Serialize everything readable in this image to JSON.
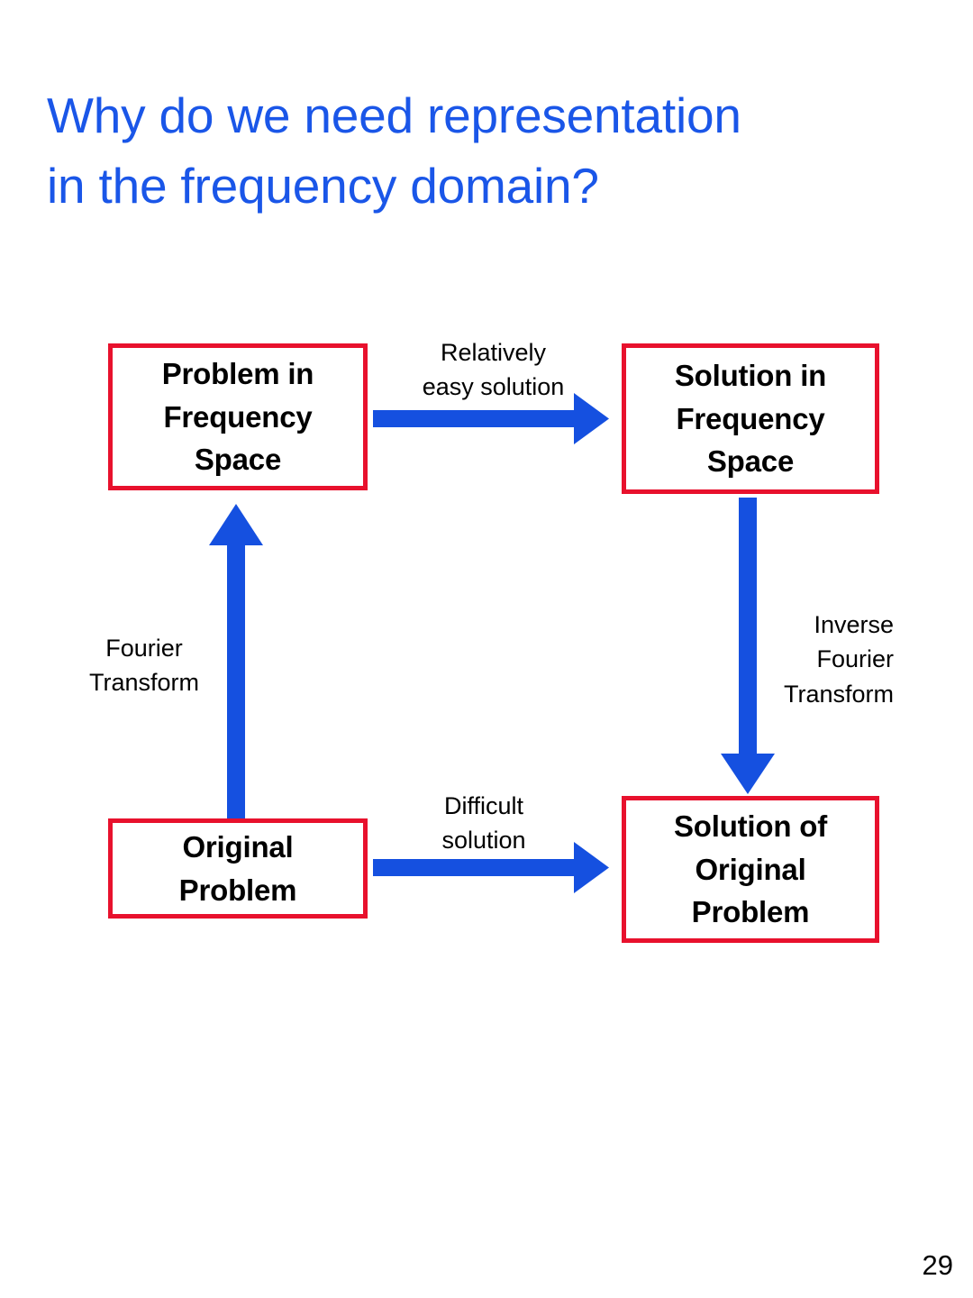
{
  "slide": {
    "title": "Why do we need representation\nin the  frequency domain?",
    "title_color": "#1a56e8",
    "page_number": "29",
    "background_color": "#ffffff"
  },
  "diagram": {
    "box_border_color": "#e8112d",
    "arrow_color": "#1550e0",
    "nodes": [
      {
        "id": "problem-frequency",
        "label": "Problem in\nFrequency\nSpace"
      },
      {
        "id": "solution-frequency",
        "label": "Solution in\nFrequency\nSpace"
      },
      {
        "id": "original-problem",
        "label": "Original\nProblem"
      },
      {
        "id": "solution-original",
        "label": "Solution of\nOriginal\nProblem"
      }
    ],
    "edges": [
      {
        "id": "relatively-easy",
        "label": "Relatively\neasy solution",
        "from": "problem-frequency",
        "to": "solution-frequency",
        "direction": "right"
      },
      {
        "id": "fourier",
        "label": "Fourier\nTransform",
        "from": "original-problem",
        "to": "problem-frequency",
        "direction": "up"
      },
      {
        "id": "inverse-fourier",
        "label": "Inverse\nFourier\nTransform",
        "from": "solution-frequency",
        "to": "solution-original",
        "direction": "down"
      },
      {
        "id": "difficult",
        "label": "Difficult\nsolution",
        "from": "original-problem",
        "to": "solution-original",
        "direction": "right"
      }
    ]
  }
}
